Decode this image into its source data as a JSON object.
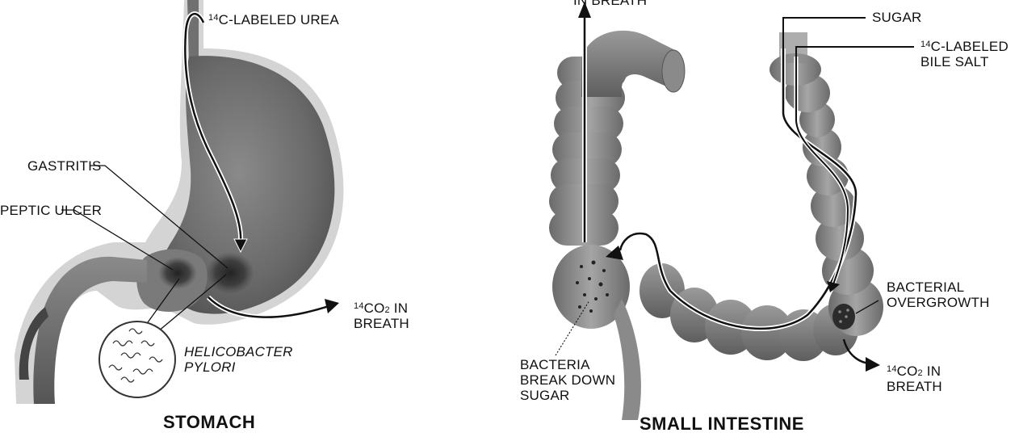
{
  "stomach": {
    "title": "STOMACH",
    "labeled_urea": {
      "sup": "14",
      "text": "C-LABELED UREA"
    },
    "gastritis": "GASTRITIS",
    "peptic_ulcer": "PEPTIC ULCER",
    "co2_breath": {
      "sup": "14",
      "pre": "CO",
      "sub": "2",
      "post": " IN",
      "line2": "BREATH"
    },
    "bacterium": {
      "line1": "HELICOBACTER",
      "line2": "PYLORI"
    }
  },
  "intestine": {
    "title": "SMALL INTESTINE",
    "top_breath": "IN BREATH",
    "sugar": "SUGAR",
    "bile_salt": {
      "sup": "14",
      "line1": "C-LABELED",
      "line2": "BILE SALT"
    },
    "overgrowth": {
      "line1": "BACTERIAL",
      "line2": "OVERGROWTH"
    },
    "co2_breath": {
      "sup": "14",
      "pre": "CO",
      "sub": "2",
      "post": " IN",
      "line2": "BREATH"
    },
    "breakdown": {
      "line1": "BACTERIA",
      "line2": "BREAK DOWN",
      "line3": "SUGAR"
    }
  },
  "colors": {
    "organ_dark": "#555555",
    "organ_light": "#9a9a9a",
    "halo": "#c8c8c8",
    "ink": "#111111"
  }
}
